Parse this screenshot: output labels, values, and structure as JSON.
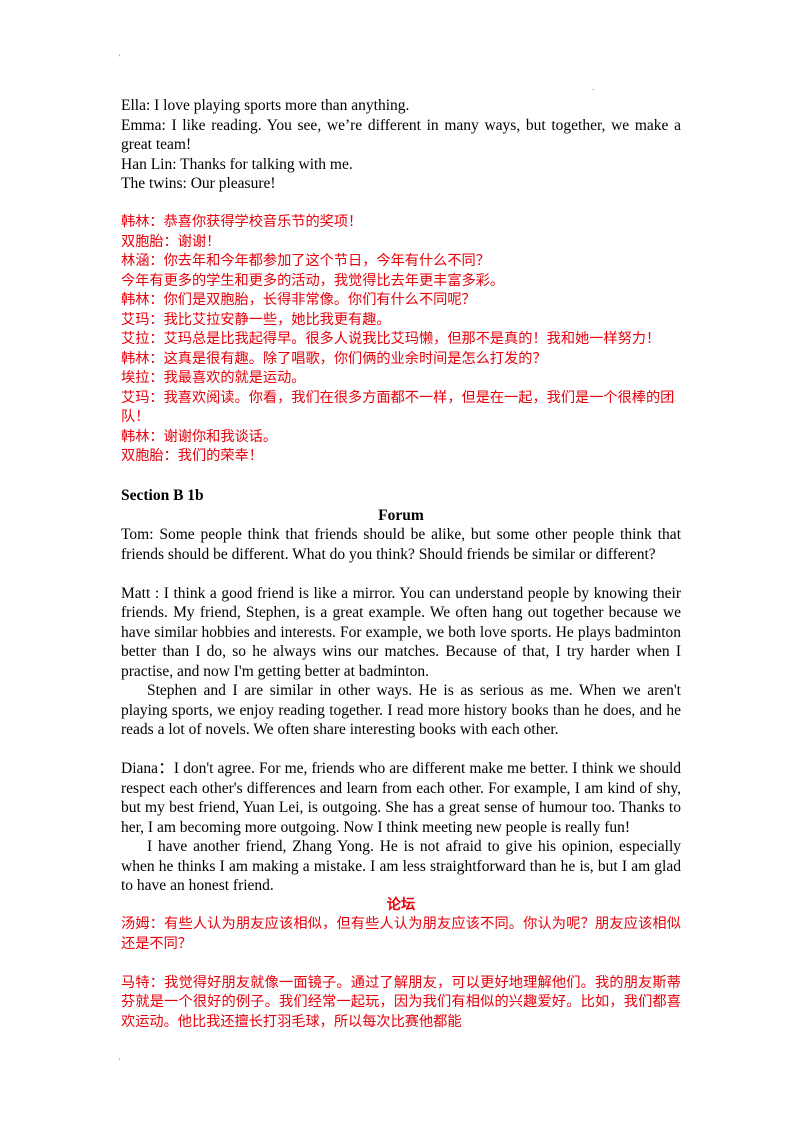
{
  "page_marks": {
    "top_left": "'",
    "top_right": ".",
    "bottom_left": "'"
  },
  "english_dialogue": [
    "Ella: I love playing sports more than anything.",
    "Emma: I like reading. You see, we’re different in many ways, but together, we make a great team!",
    "Han Lin: Thanks for talking with me.",
    "The twins: Our pleasure!"
  ],
  "chinese_dialogue": [
    "韩林：恭喜你获得学校音乐节的奖项！",
    "双胞胎：谢谢！",
    "林涵：你去年和今年都参加了这个节日，今年有什么不同？",
    "今年有更多的学生和更多的活动，我觉得比去年更丰富多彩。",
    "韩林：你们是双胞胎，长得非常像。你们有什么不同呢？",
    "艾玛：我比艾拉安静一些，她比我更有趣。",
    "艾拉：艾玛总是比我起得早。很多人说我比艾玛懒，但那不是真的！我和她一样努力！",
    "韩林：这真是很有趣。除了唱歌，你们俩的业余时间是怎么打发的？",
    "埃拉：我最喜欢的就是运动。",
    "艾玛：我喜欢阅读。你看，我们在很多方面都不一样，但是在一起，我们是一个很棒的团队！",
    "韩林：谢谢你和我谈话。",
    "双胞胎：我们的荣幸！"
  ],
  "section_heading": "Section B 1b",
  "forum_title": "Forum",
  "forum_en": {
    "tom": "Tom: Some people think that friends should be alike, but some other people think that friends should be different. What do you think? Should friends be similar or different?",
    "matt_p1": "Matt : I think a good friend is like a mirror. You can understand people by knowing their friends. My friend, Stephen, is a great example. We often hang out together because we have similar hobbies and interests. For example, we both love sports. He plays badminton better than I do, so he always wins our matches. Because of that, I try harder when I practise, and now I'm getting better at badminton.",
    "matt_p2": "Stephen and I are similar in other ways. He is as serious as me. When we aren't playing sports, we enjoy reading together. I read more history books than he does, and he reads a lot of novels. We often share interesting books with each other.",
    "diana_p1": "Diana：I don't agree. For me, friends who are different make me better. I think we should respect each other's differences and learn from each other. For example, I am kind of shy, but my best friend, Yuan Lei, is outgoing. She has a great sense of humour too. Thanks to her, I am becoming more outgoing. Now I think meeting new people is really fun!",
    "diana_p2": "I have another friend, Zhang Yong. He is not afraid to give his opinion, especially when he thinks I am making a mistake. I am less straightforward than he is, but I am glad to have an honest friend."
  },
  "forum_cn_title": "论坛",
  "forum_cn": {
    "tom": "汤姆：有些人认为朋友应该相似，但有些人认为朋友应该不同。你认为呢？朋友应该相似还是不同？",
    "matt": "马特：我觉得好朋友就像一面镜子。通过了解朋友，可以更好地理解他们。我的朋友斯蒂芬就是一个很好的例子。我们经常一起玩，因为我们有相似的兴趣爱好。比如，我们都喜欢运动。他比我还擅长打羽毛球，所以每次比赛他都能"
  },
  "colors": {
    "chinese_text": "#e8000b",
    "english_text": "#000000"
  }
}
